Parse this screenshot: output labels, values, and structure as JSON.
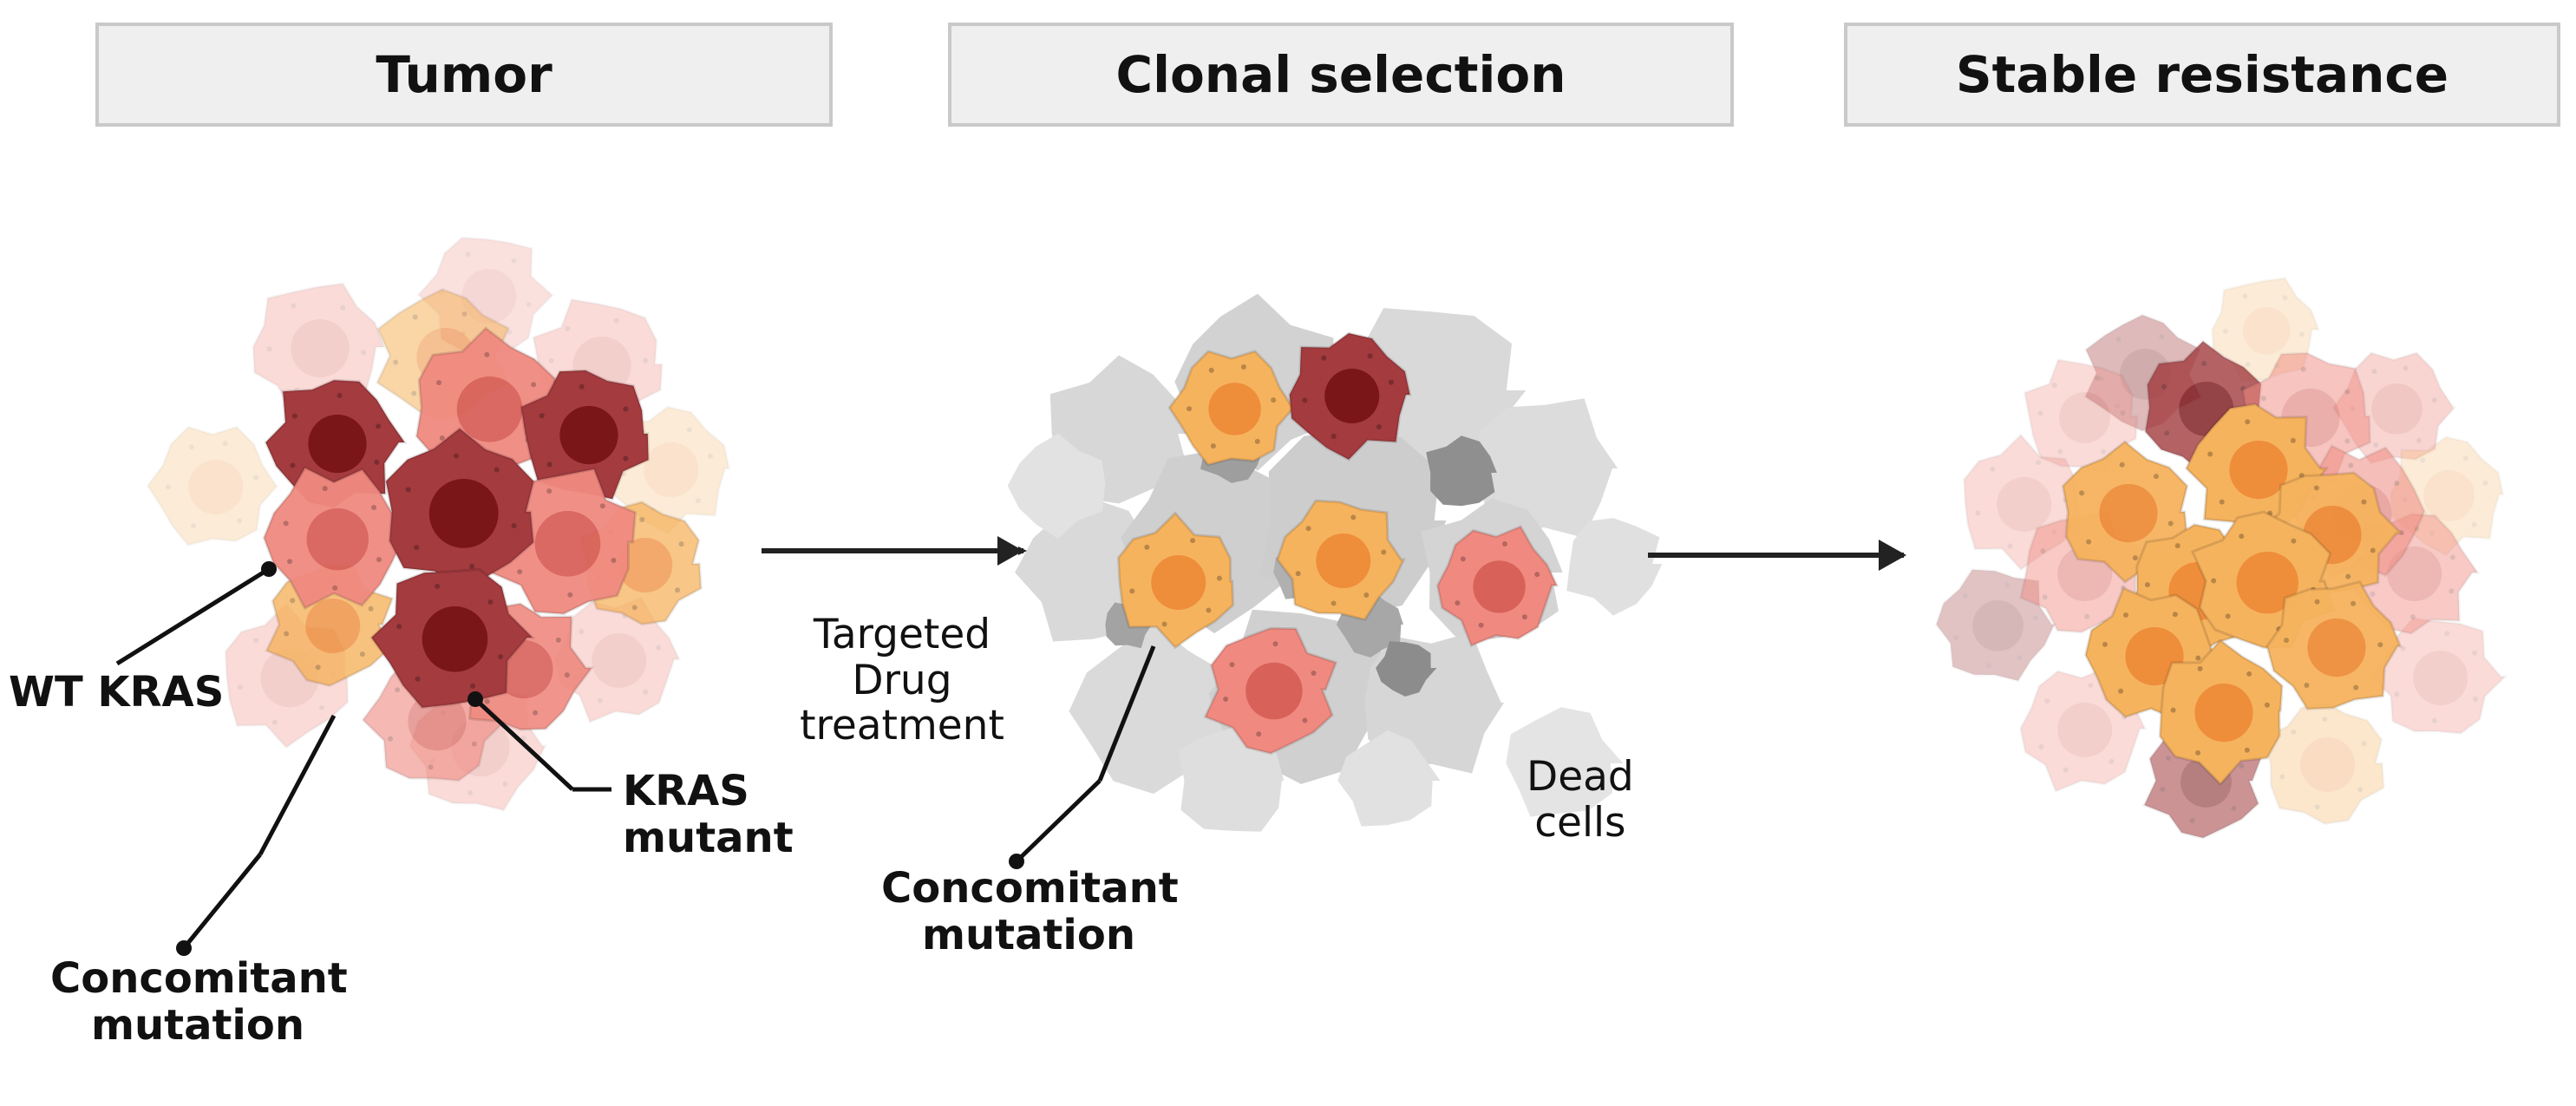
{
  "stages": [
    {
      "title": "Tumor"
    },
    {
      "title": "Clonal selection"
    },
    {
      "title": "Stable resistance"
    }
  ],
  "labels": {
    "wt_kras": "WT KRAS",
    "kras_mutant_line1": "KRAS",
    "kras_mutant_line2": "mutant",
    "concomitant_1_line1": "Concomitant",
    "concomitant_1_line2": "mutation",
    "targeted_line1": "Targeted",
    "targeted_line2": "Drug",
    "targeted_line3": "treatment",
    "concomitant_2_line1": "Concomitant",
    "concomitant_2_line2": "mutation",
    "dead_line1": "Dead",
    "dead_line2": "cells"
  },
  "colors": {
    "wt_cell": "#f08a80",
    "wt_nucleus": "#d8625a",
    "kras_cell": "#a33b3f",
    "kras_nucleus": "#7a1518",
    "concomitant_cell": "#f6b35e",
    "concomitant_nucleus": "#ee8d3a",
    "dead_cell": "#c9c9c9",
    "dead_cell_dark": "#9a9a9a",
    "arrow": "#222222"
  }
}
